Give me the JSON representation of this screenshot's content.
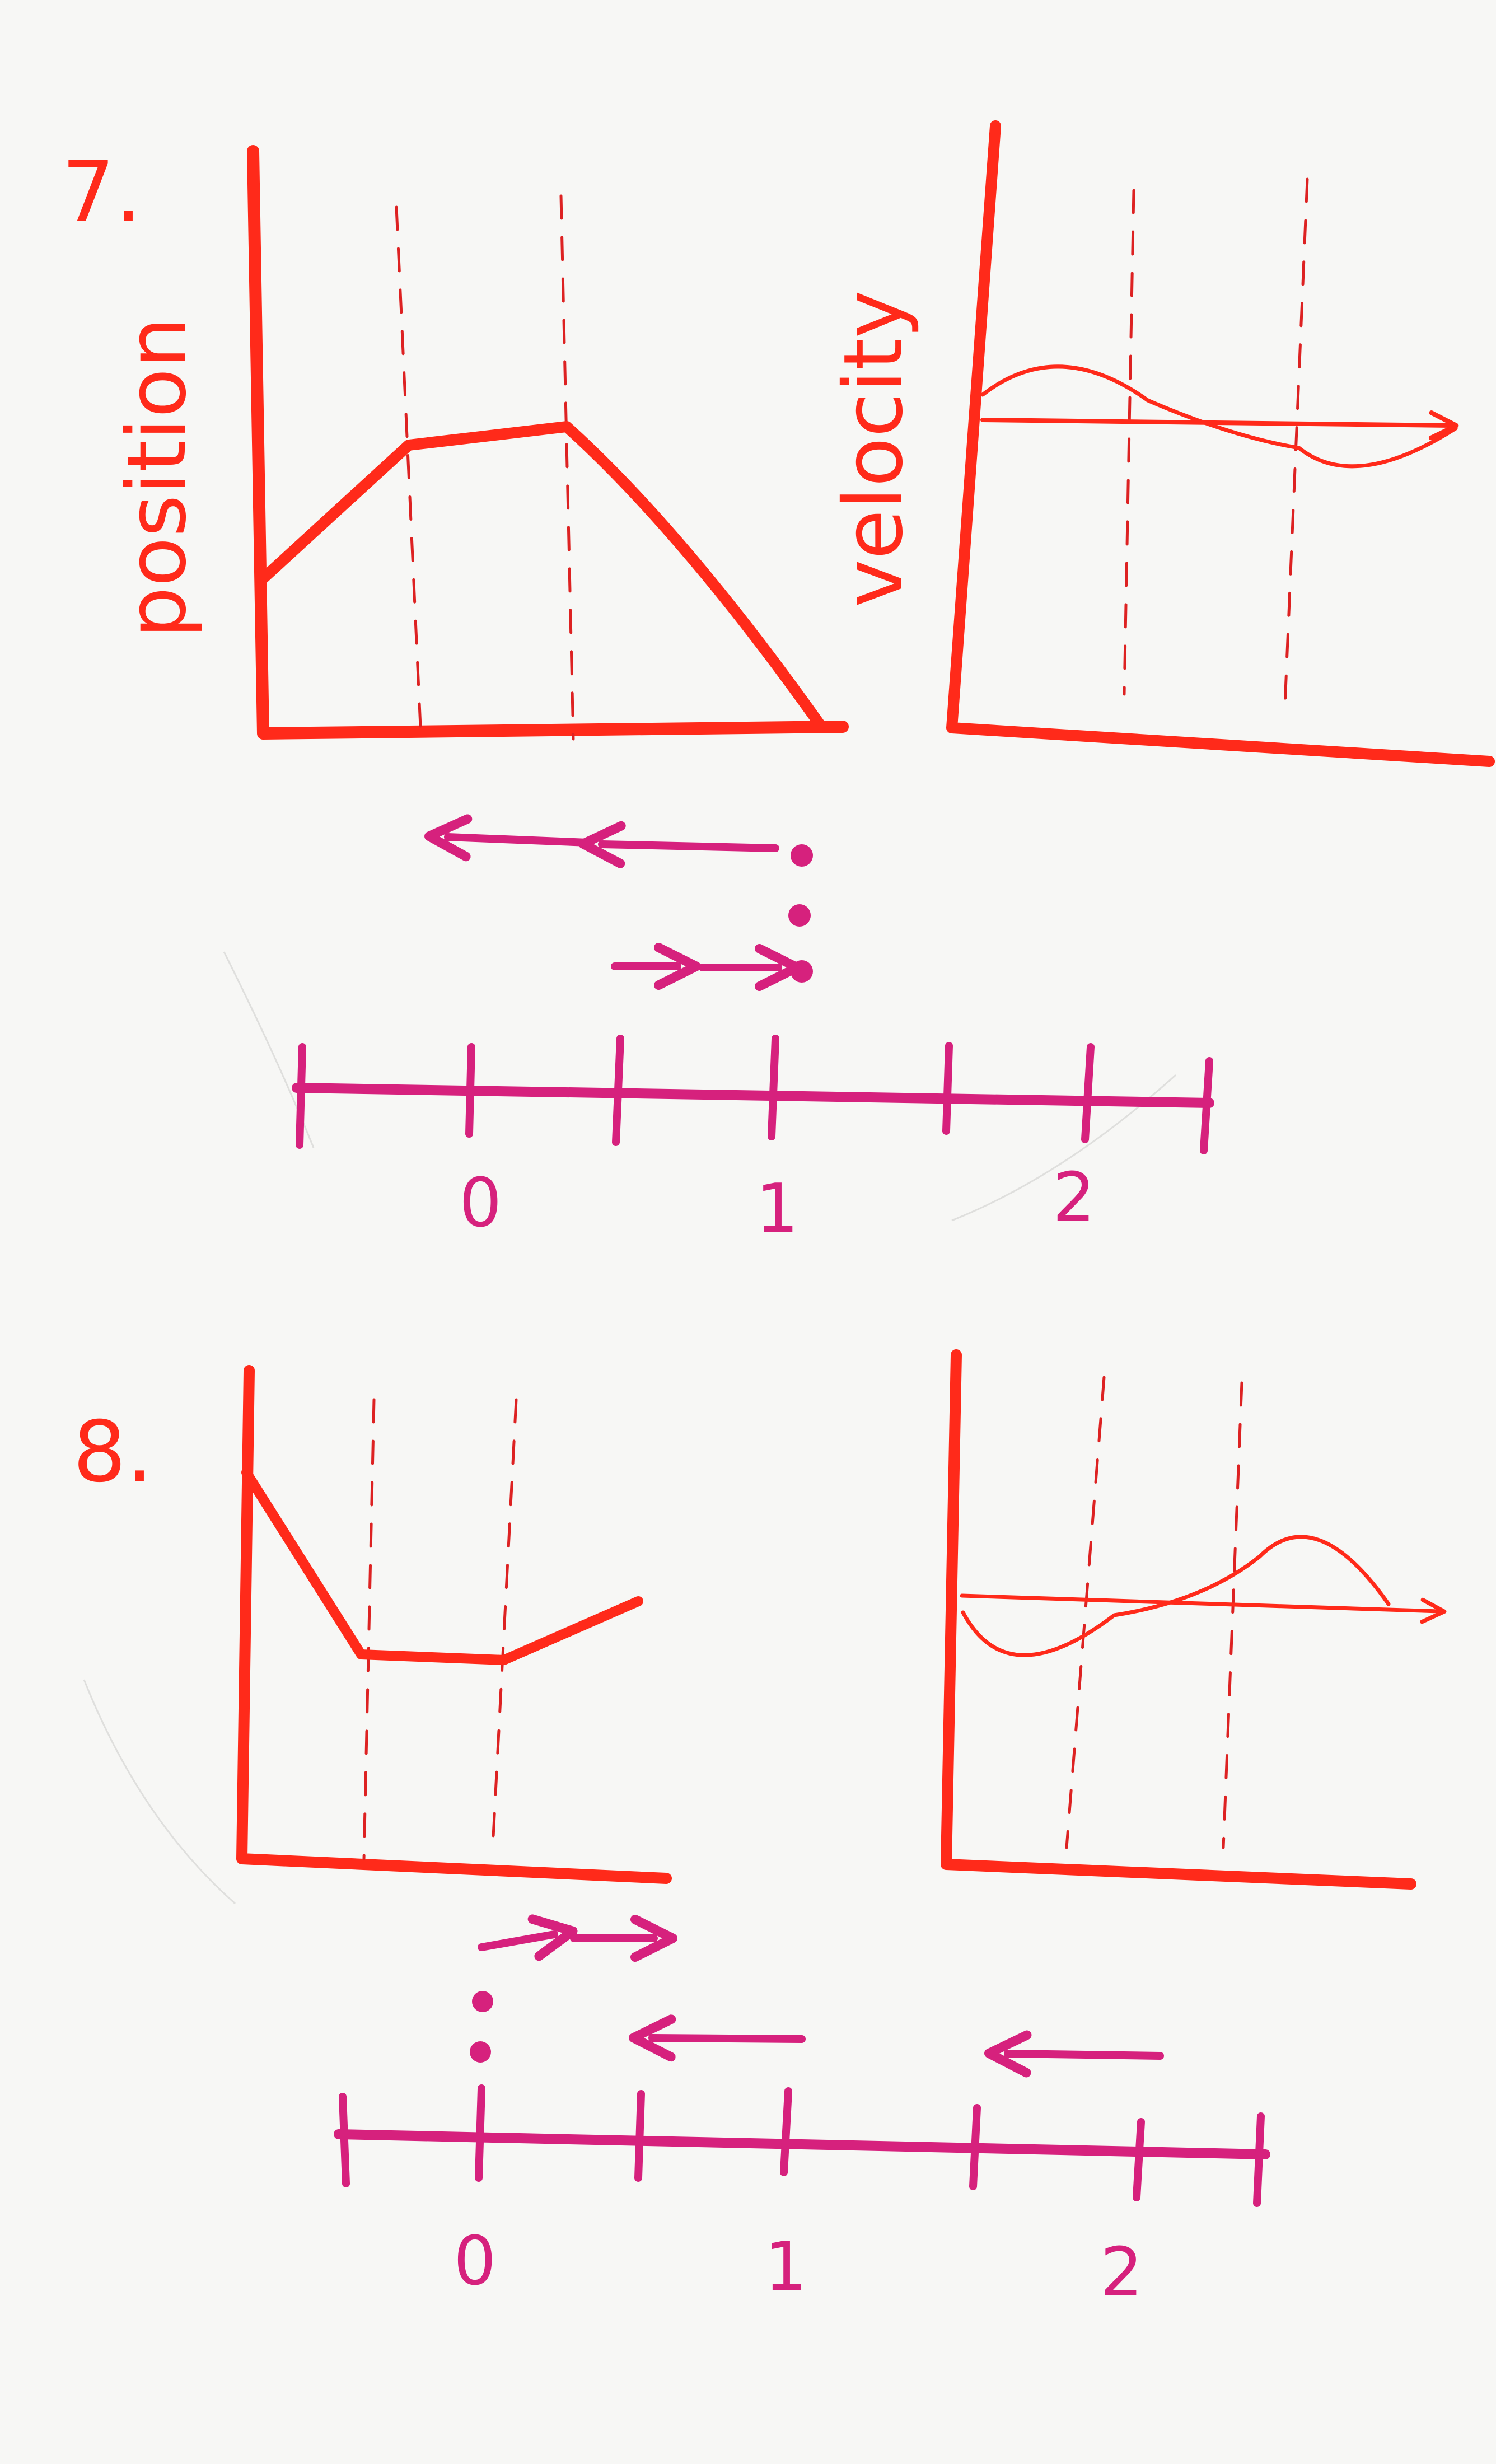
{
  "problems": [
    {
      "number": "7.",
      "position_label": "position",
      "velocity_label": "velocity",
      "number_line_labels": [
        "0",
        "1",
        "2"
      ]
    },
    {
      "number": "8.",
      "number_line_labels": [
        "0",
        "1",
        "2"
      ]
    }
  ],
  "colors": {
    "graph_ink": "#ff2a1a",
    "number_line_ink": "#d6217d",
    "board": "#f7f7f5"
  }
}
